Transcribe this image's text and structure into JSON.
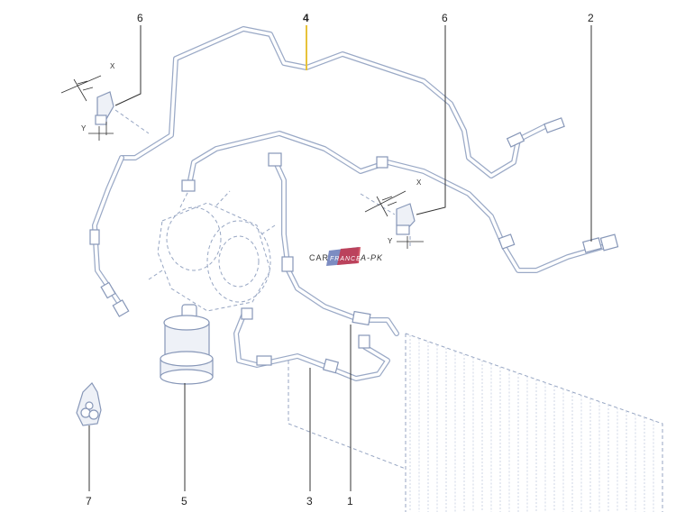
{
  "callouts": [
    {
      "id": "1",
      "label": "1"
    },
    {
      "id": "2",
      "label": "2"
    },
    {
      "id": "3",
      "label": "3"
    },
    {
      "id": "4",
      "label": "4",
      "selected": true
    },
    {
      "id": "5",
      "label": "5"
    },
    {
      "id": "6a",
      "label": "6"
    },
    {
      "id": "6b",
      "label": "6"
    },
    {
      "id": "7",
      "label": "7"
    }
  ],
  "axis_labels": {
    "x": "X",
    "y": "Y"
  },
  "watermark": {
    "text_left": "CAR",
    "text_mid": "FRANCE",
    "text_right": "A-PK"
  },
  "colors": {
    "line": "#9aa9c6",
    "highlight": "#e7c23a",
    "text": "#222222"
  }
}
